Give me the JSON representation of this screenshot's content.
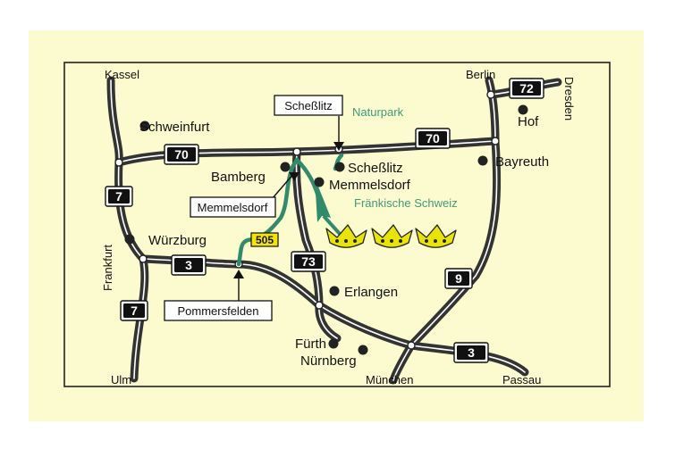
{
  "colors": {
    "card": "#fbfbcf",
    "road": "#333333",
    "road_line": "#ffffff",
    "green_route": "#2e8c6c",
    "green_text": "#3f9a7f",
    "crown": "#e8e600"
  },
  "edges": {
    "kassel": "Kassel",
    "berlin": "Berlin",
    "dresden": "Dresden",
    "frankfurt": "Frankfurt",
    "ulm": "Ulm",
    "muenchen": "München",
    "passau": "Passau"
  },
  "cities": {
    "schweinfurt": "Schweinfurt",
    "bamberg": "Bamberg",
    "schesslitz": "Scheßlitz",
    "memmelsdorf": "Memmelsdorf",
    "hof": "Hof",
    "bayreuth": "Bayreuth",
    "wuerzburg": "Würzburg",
    "erlangen": "Erlangen",
    "fuerth": "Fürth",
    "nuernberg": "Nürnberg"
  },
  "region": {
    "naturpark": "Naturpark",
    "fraenkische_schweiz": "Fränkische Schweiz"
  },
  "boxes": {
    "schesslitz_exit": "Scheßlitz",
    "memmelsdorf_exit": "Memmelsdorf",
    "pommersfelden": "Pommersfelden"
  },
  "roads": {
    "a72": "72",
    "a70_west": "70",
    "a70_east": "70",
    "a7_north": "7",
    "a7_south": "7",
    "a3_west": "3",
    "a3_east": "3",
    "a73": "73",
    "a9": "9",
    "b505": "505"
  }
}
